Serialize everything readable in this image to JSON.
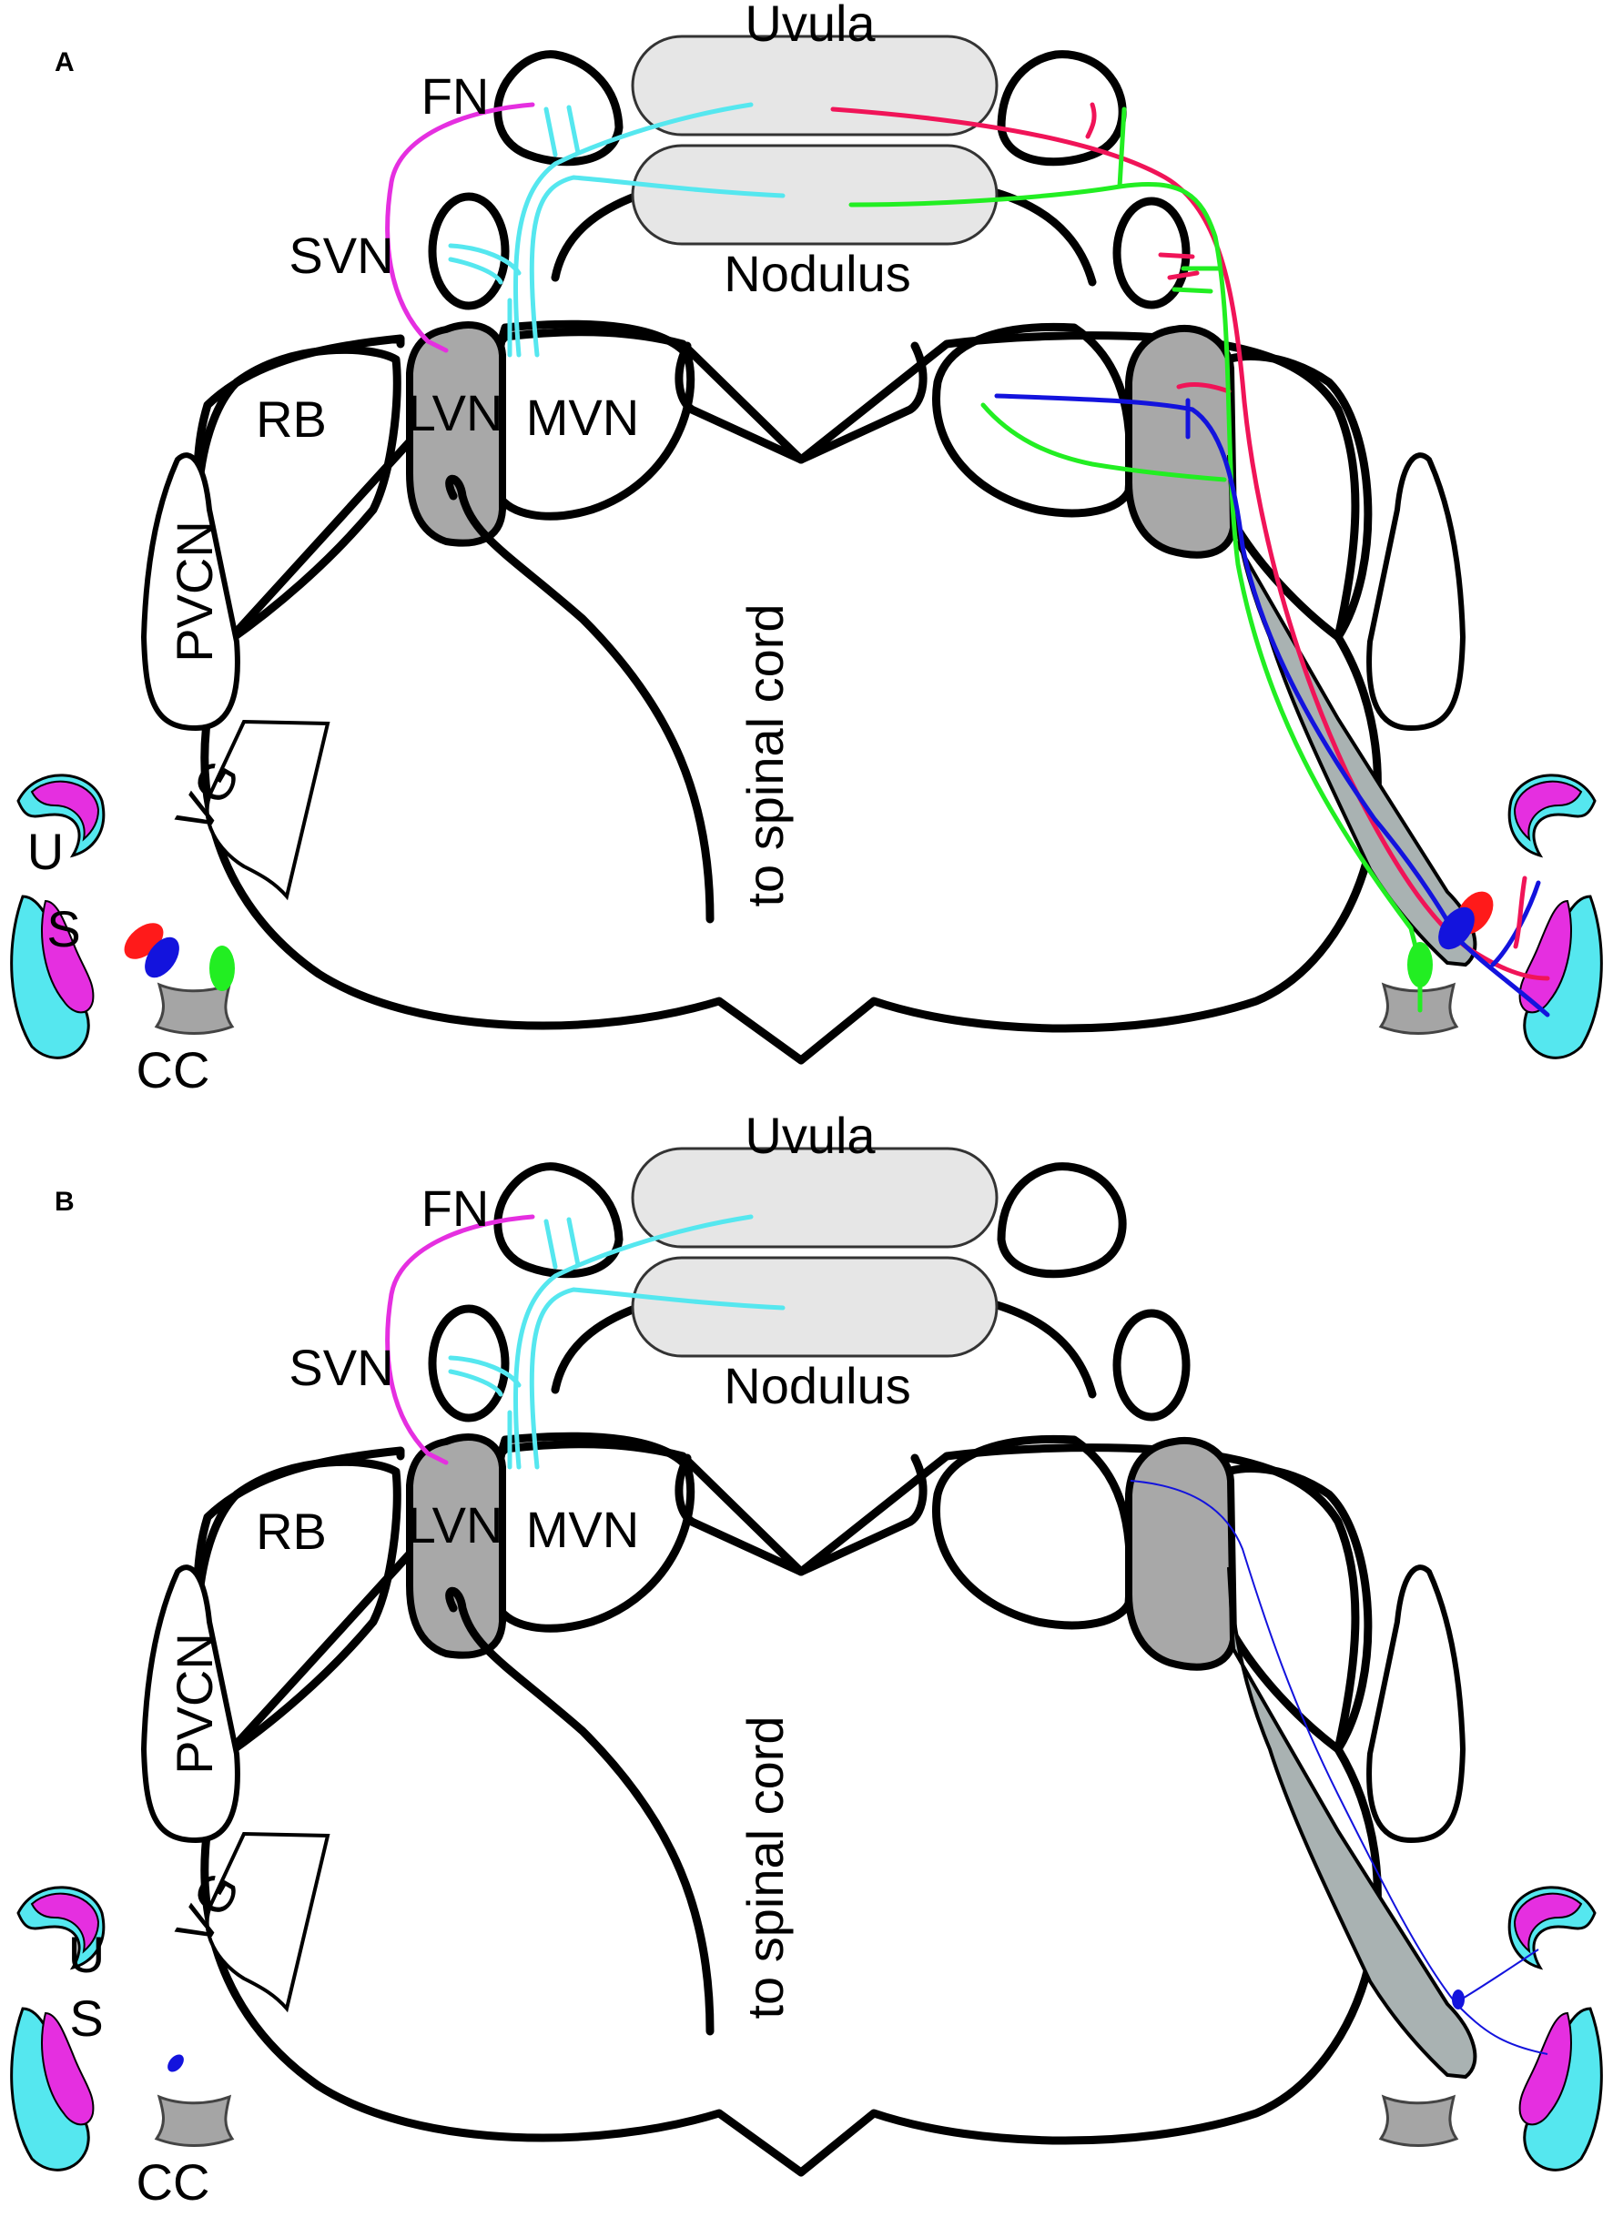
{
  "colors": {
    "cyan": "#55e7ef",
    "magenta": "#e52fe0",
    "crimson": "#f01458",
    "green": "#22ee22",
    "blue": "#1313dd",
    "red": "#ff1a1a",
    "nucleus_grey": "#a8a8a8",
    "lobe_grey": "#e6e6e6",
    "tract_grey": "#a9b2b2",
    "bone_grey": "#a5a5a5"
  },
  "panels": [
    {
      "letter": "A",
      "labels": {
        "uvula": "Uvula",
        "nodulus": "Nodulus",
        "fn": "FN",
        "svn": "SVN",
        "lvn": "LVN",
        "mvn": "MVN",
        "rb": "RB",
        "pvcn": "PVCN",
        "vg": "VG",
        "u": "U",
        "s": "S",
        "cc": "CC",
        "spinal": "to spinal cord"
      }
    },
    {
      "letter": "B",
      "labels": {
        "uvula": "Uvula",
        "nodulus": "Nodulus",
        "fn": "FN",
        "svn": "SVN",
        "lvn": "LVN",
        "mvn": "MVN",
        "rb": "RB",
        "pvcn": "PVCN",
        "vg": "VG",
        "u": "U",
        "s": "S",
        "cc": "CC",
        "spinal": "to spinal cord"
      }
    }
  ]
}
